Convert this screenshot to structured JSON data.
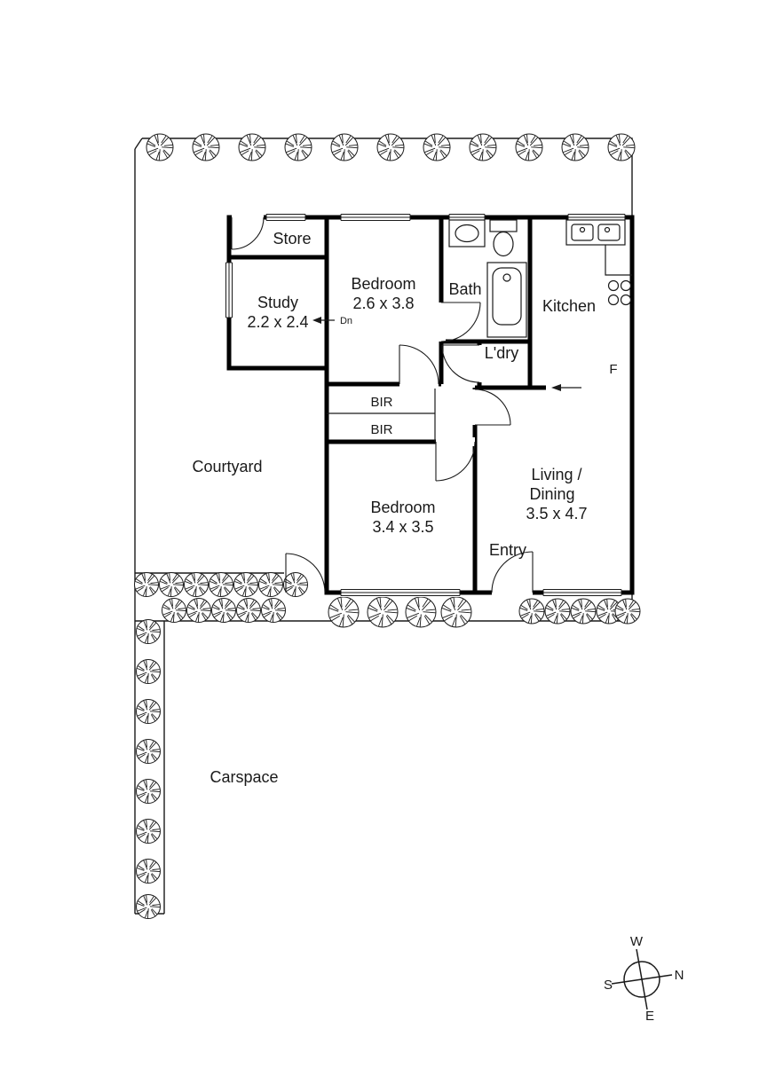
{
  "plan": {
    "rooms": {
      "store": {
        "label": "Store"
      },
      "study": {
        "label": "Study",
        "dims": "2.2 x 2.4"
      },
      "bedroom1": {
        "label": "Bedroom",
        "dims": "2.6 x 3.8"
      },
      "bath": {
        "label": "Bath"
      },
      "laundry": {
        "label": "L'dry"
      },
      "kitchen": {
        "label": "Kitchen"
      },
      "fridge": {
        "label": "F"
      },
      "bir_top": {
        "label": "BIR"
      },
      "bir_bottom": {
        "label": "BIR"
      },
      "courtyard": {
        "label": "Courtyard"
      },
      "bedroom2": {
        "label": "Bedroom",
        "dims": "3.4 x 3.5"
      },
      "living": {
        "label1": "Living /",
        "label2": "Dining",
        "dims": "3.5 x 4.7"
      },
      "entry": {
        "label": "Entry"
      },
      "carspace": {
        "label": "Carspace"
      }
    },
    "annotations": {
      "down": "Dn"
    },
    "compass": {
      "n": "N",
      "s": "S",
      "e": "E",
      "w": "W"
    },
    "colors": {
      "ink": "#1a1a1a",
      "wall": "#000000",
      "bg": "#ffffff"
    }
  }
}
